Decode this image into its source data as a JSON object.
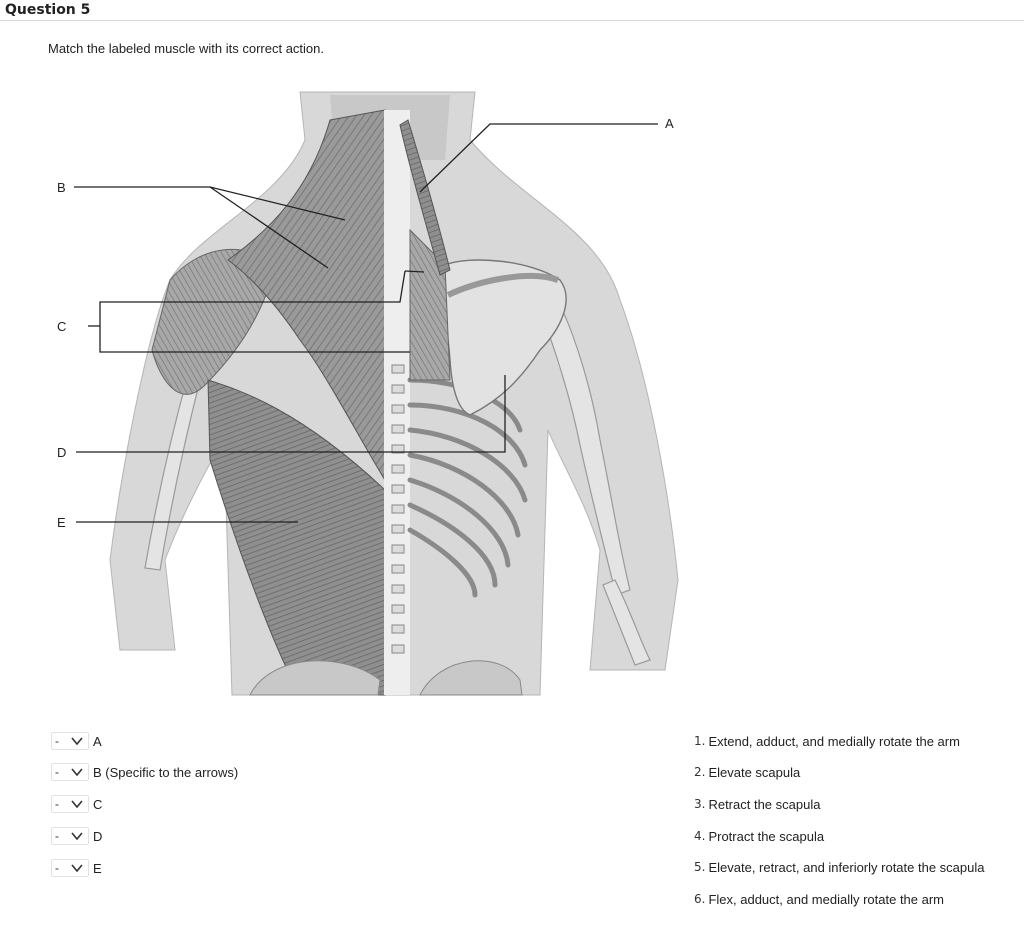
{
  "question": {
    "title": "Question 5",
    "instruction": "Match the labeled muscle with its correct action."
  },
  "figure": {
    "labels": [
      "A",
      "B",
      "C",
      "D",
      "E"
    ]
  },
  "matches": [
    {
      "selected": "-",
      "label": "A"
    },
    {
      "selected": "-",
      "label": "B (Specific to the arrows)"
    },
    {
      "selected": "-",
      "label": "C"
    },
    {
      "selected": "-",
      "label": "D"
    },
    {
      "selected": "-",
      "label": "E"
    }
  ],
  "actions": [
    {
      "number": "1.",
      "text": "Extend, adduct, and medially rotate the arm"
    },
    {
      "number": "2.",
      "text": "Elevate scapula"
    },
    {
      "number": "3.",
      "text": "Retract the scapula"
    },
    {
      "number": "4.",
      "text": "Protract the scapula"
    },
    {
      "number": "5.",
      "text": "Elevate, retract, and inferiorly rotate the scapula"
    },
    {
      "number": "6.",
      "text": "Flex, adduct, and medially rotate the arm"
    }
  ],
  "icons": {
    "dropdown": "chevron-down-icon"
  }
}
